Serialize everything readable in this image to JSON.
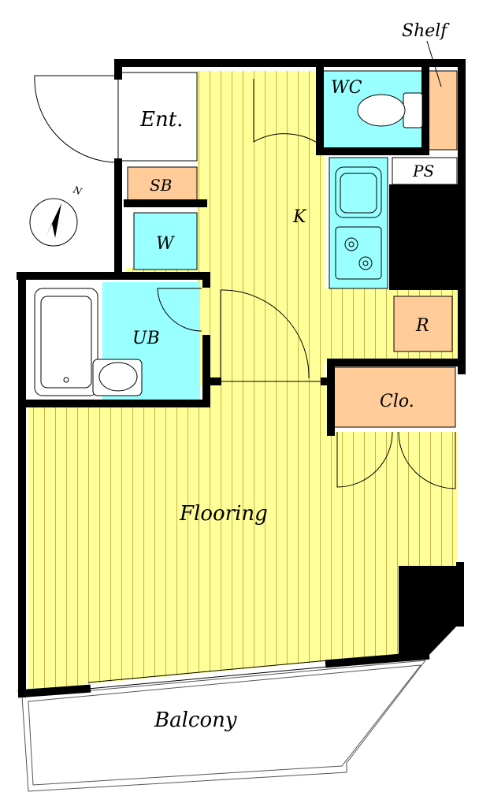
{
  "floorplan": {
    "labels": {
      "shelf": "Shelf",
      "wc": "WC",
      "entrance": "Ent.",
      "sb": "SB",
      "ps": "PS",
      "kitchen": "K",
      "washer": "W",
      "unit_bath": "UB",
      "refrigerator": "R",
      "closet": "Clo.",
      "flooring": "Flooring",
      "balcony": "Balcony"
    },
    "compass": {
      "label": "N",
      "icon": "north-arrow-icon"
    },
    "colors": {
      "flooring": "#ffff99",
      "wet_area": "#99ffff",
      "storage": "#ffcc99",
      "wall": "#000000",
      "floor_stripe": "#c8b24a"
    }
  }
}
